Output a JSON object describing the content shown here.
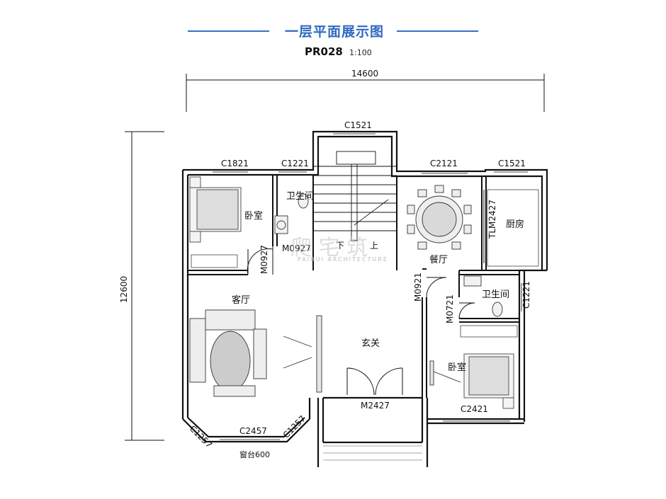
{
  "header": {
    "title": "一层平面展示图",
    "plan_code": "PR028",
    "scale": "1:100"
  },
  "dimensions": {
    "overall_width": "14600",
    "overall_depth": "12600"
  },
  "rooms": {
    "bedroom_top_left": "卧室",
    "bathroom_top": "卫生间",
    "stair_down": "下",
    "stair_up": "上",
    "dining": "餐厅",
    "kitchen": "厨房",
    "living": "客厅",
    "foyer": "玄关",
    "bathroom_right": "卫生间",
    "bedroom_bottom_right": "卧室"
  },
  "windows": {
    "c1521_stair": "C1521",
    "c1821": "C1821",
    "c1221_top": "C1221",
    "c2121": "C2121",
    "c1521_kitchen": "C1521",
    "c1221_right": "C1221",
    "c2421": "C2421",
    "c2457": "C2457",
    "c1257_left": "C1257",
    "c1257_right": "C1257",
    "bay_note": "窗台600"
  },
  "doors": {
    "m0927_h": "M0927",
    "m0927_v": "M0927",
    "tlm2427": "TLM2427",
    "m0921": "M0921",
    "m0721": "M0721",
    "m2427": "M2427"
  },
  "watermark": {
    "brand": "爬 宅 筑",
    "sub": "PAIRUI ARCHITECTURE"
  },
  "colors": {
    "accent": "#2f68c2",
    "wall": "#111111"
  }
}
